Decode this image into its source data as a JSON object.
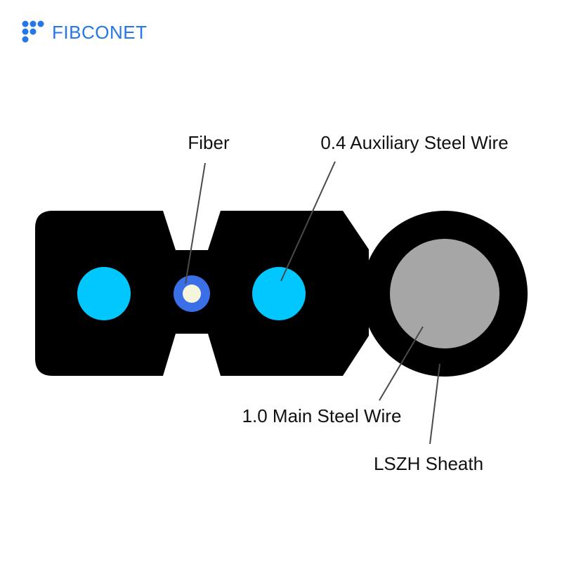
{
  "brand": {
    "name": "FIBCONET",
    "icon": "fibconet-dots-logo",
    "color": "#2577e6"
  },
  "diagram": {
    "labels": {
      "fiber": "Fiber",
      "auxiliary_wire": "0.4 Auxiliary Steel Wire",
      "main_wire": "1.0 Main Steel Wire",
      "sheath": "LSZH Sheath"
    },
    "colors": {
      "sheath": "#000000",
      "auxiliary_wire": "#00c8ff",
      "fiber_ring": "#3a6fe8",
      "fiber_core": "#f5f5dc",
      "main_wire": "#a6a6a6",
      "leader_line": "#4a4a4a"
    }
  }
}
